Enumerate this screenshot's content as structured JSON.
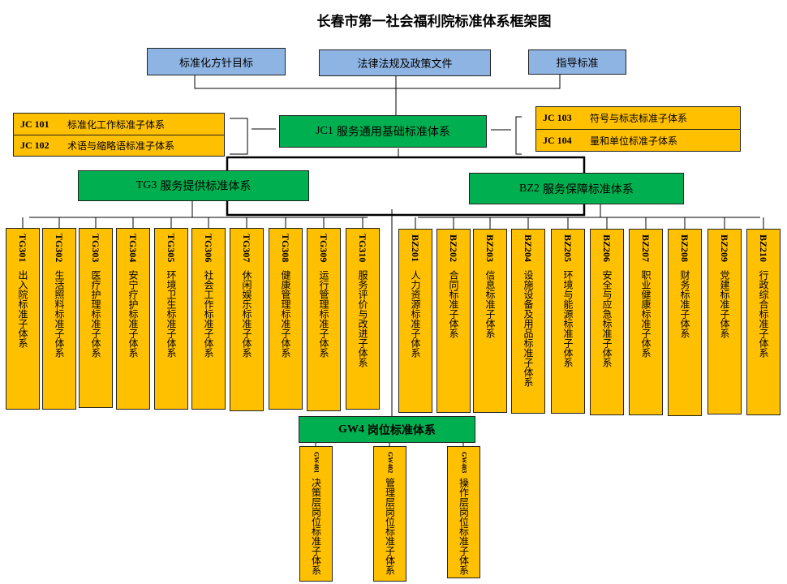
{
  "title": "长春市第一社会福利院标准体系框架图",
  "basis": [
    "标准化方针目标",
    "法律法规及政策文件",
    "指导标准"
  ],
  "jc_left": [
    {
      "code": "JC 101",
      "label": "标准化工作标准子体系"
    },
    {
      "code": "JC 102",
      "label": "术语与缩略语标准子体系"
    }
  ],
  "jc_right": [
    {
      "code": "JC 103",
      "label": "符号与标志标准子体系"
    },
    {
      "code": "JC 104",
      "label": "量和单位标准子体系"
    }
  ],
  "jc1": {
    "code": "JC1",
    "label": "服务通用基础标准体系"
  },
  "tg3": {
    "code": "TG3",
    "label": "服务提供标准体系"
  },
  "bz2": {
    "code": "BZ2",
    "label": "服务保障标准体系"
  },
  "gw4": {
    "code": "GW4",
    "label": "岗位标准体系"
  },
  "tg_children": [
    {
      "code": "TG301",
      "label": "出入院标准子体系"
    },
    {
      "code": "TG302",
      "label": "生活照料标准子体系"
    },
    {
      "code": "TG303",
      "label": "医疗护理标准子体系"
    },
    {
      "code": "TG304",
      "label": "安宁疗护标准子体系"
    },
    {
      "code": "TG305",
      "label": "环境卫生标准子体系"
    },
    {
      "code": "TG306",
      "label": "社会工作标准子体系"
    },
    {
      "code": "TG307",
      "label": "休闲娱乐标准子体系"
    },
    {
      "code": "TG308",
      "label": "健康管理标准子体系"
    },
    {
      "code": "TG309",
      "label": "运行管理标准子体系"
    },
    {
      "code": "TG310",
      "label": "服务评价与改进子体系"
    }
  ],
  "bz_children": [
    {
      "code": "BZ201",
      "label": "人力资源标准子体系"
    },
    {
      "code": "BZ202",
      "label": "合同标准子体系"
    },
    {
      "code": "BZ203",
      "label": "信息标准子体系"
    },
    {
      "code": "BZ204",
      "label": "设施设备及用品标准子体系"
    },
    {
      "code": "BZ205",
      "label": "环境与能源标准子体系"
    },
    {
      "code": "BZ206",
      "label": "安全与应急标准子体系"
    },
    {
      "code": "BZ207",
      "label": "职业健康标准子体系"
    },
    {
      "code": "BZ208",
      "label": "财务标准子体系"
    },
    {
      "code": "BZ209",
      "label": "党建标准子体系"
    },
    {
      "code": "BZ210",
      "label": "行政综合标准子体系"
    }
  ],
  "gw_children": [
    {
      "code": "GW401",
      "label": "决策层岗位标准子体系"
    },
    {
      "code": "GW402",
      "label": "管理层岗位标准子体系"
    },
    {
      "code": "GW403",
      "label": "操作层岗位标准子体系"
    }
  ],
  "colors": {
    "basis": "#8EB4E3",
    "system": "#00B050",
    "subsystem": "#FFC000"
  }
}
